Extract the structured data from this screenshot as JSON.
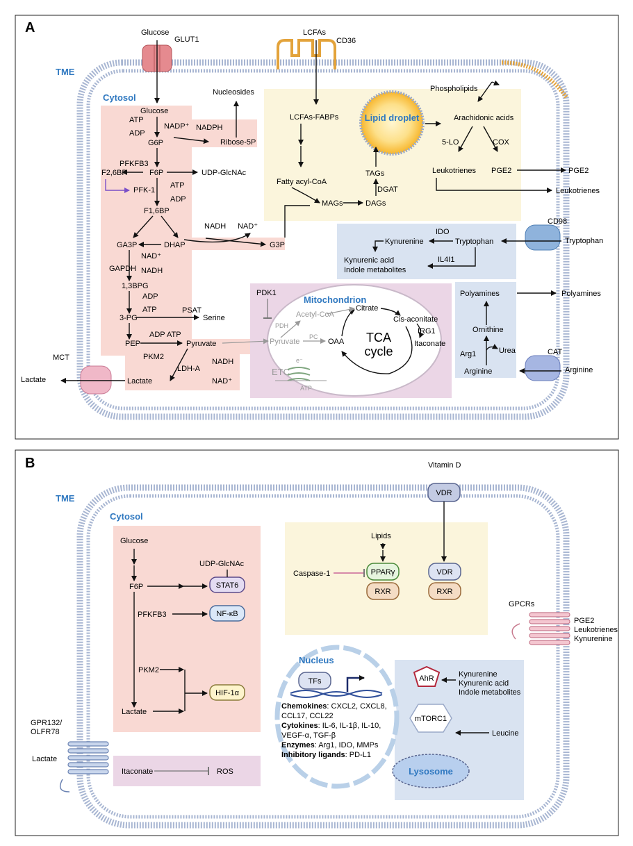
{
  "panel_a": {
    "letter": "A",
    "tme": "TME",
    "cytosol": "Cytosol",
    "transporters": {
      "glut1": "GLUT1",
      "cd36": "CD36",
      "cd98": "CD98",
      "cat": "CAT",
      "mct": "MCT"
    },
    "outside": {
      "glucose": "Glucose",
      "lcfas": "LCFAs",
      "pge2": "PGE2",
      "leukotrienes": "Leukotrienes",
      "tryptophan": "Tryptophan",
      "polyamines": "Polyamines",
      "arginine": "Arginine",
      "lactate": "Lactate"
    },
    "glycolysis": {
      "glucose": "Glucose",
      "atp": "ATP",
      "adp": "ADP",
      "g6p": "G6P",
      "nadp": "NADP⁺",
      "nadph": "NADPH",
      "ribose5p": "Ribose-5P",
      "nucleosides": "Nucleosides",
      "pfkfb3": "PFKFB3",
      "f26bp": "F2,6BP",
      "f6p": "F6P",
      "udpglcnac": "UDP-GlcNAc",
      "pfk1": "PFK-1",
      "atp2": "ATP",
      "adp2": "ADP",
      "f16bp": "F1,6BP",
      "ga3p": "GA3P",
      "dhap": "DHAP",
      "nadh": "NADH",
      "nad": "NAD⁺",
      "g3p": "G3P",
      "gapdh": "GAPDH",
      "nad2": "NAD⁺",
      "nadh2": "NADH",
      "bpg": "1,3BPG",
      "adp3": "ADP",
      "atp3": "ATP",
      "pg3": "3-PG",
      "psat": "PSAT",
      "serine": "Serine",
      "adp4": "ADP",
      "atp4": "ATP",
      "pep": "PEP",
      "pyruvate": "Pyruvate",
      "pkm2": "PKM2",
      "ldha": "LDH-A",
      "nadh3": "NADH",
      "nad3": "NAD⁺",
      "lactate": "Lactate"
    },
    "lipid": {
      "lcfas_fabps": "LCFAs-FABPs",
      "fatty_acyl_coa": "Fatty acyl-CoA",
      "mags": "MAGs",
      "dags": "DAGs",
      "dgat": "DGAT",
      "tags": "TAGs",
      "lipid_droplet": "Lipid droplet",
      "phospholipids": "Phospholipids",
      "arachidonic": "Arachidonic acids",
      "lo5": "5-LO",
      "cox": "COX",
      "leukotrienes": "Leukotrienes",
      "pge2": "PGE2"
    },
    "trp": {
      "ido": "IDO",
      "kynurenine": "Kynurenine",
      "tryptophan": "Tryptophan",
      "kyn_acid": "Kynurenic acid",
      "indole": "Indole metabolites",
      "il4i1": "IL4I1"
    },
    "arg": {
      "polyamines": "Polyamines",
      "ornithine": "Ornithine",
      "arg1": "Arg1",
      "urea": "Urea",
      "arginine": "Arginine"
    },
    "mito": {
      "title": "Mitochondrion",
      "pdk1": "PDK1",
      "acetyl_coa": "Acetyl-CoA",
      "pdh": "PDH",
      "pyruvate": "Pyruvate",
      "pc": "PC",
      "oaa": "OAA",
      "citrate": "Citrate",
      "cis_aconitate": "Cis-aconitate",
      "irg1": "IRG1",
      "itaconate": "Itaconate",
      "tca": "TCA",
      "cycle": "cycle",
      "etc": "ETC",
      "e": "e⁻",
      "atp": "ATP"
    }
  },
  "panel_b": {
    "letter": "B",
    "tme": "TME",
    "cytosol": "Cytosol",
    "vitamin_d": "Vitamin D",
    "vdr_membrane": "VDR",
    "glucose": "Glucose",
    "f6p": "F6P",
    "udp_glcnac": "UDP-GlcNAc",
    "stat6": "STAT6",
    "pfkfb3": "PFKFB3",
    "nfkb": "NF-κB",
    "pkm2": "PKM2",
    "lactate": "Lactate",
    "hif1a": "HIF-1α",
    "itaconate": "Itaconate",
    "ros": "ROS",
    "lipids": "Lipids",
    "caspase1": "Caspase-1",
    "ppar": "PPARγ",
    "rxr1": "RXR",
    "vdr": "VDR",
    "rxr2": "RXR",
    "gpcrs": "GPCRs",
    "gpcr_ligands": [
      "PGE2",
      "Leukotrienes",
      "Kynurenine"
    ],
    "gpr132": [
      "GPR132/",
      "OLFR78"
    ],
    "lactate_out": "Lactate",
    "nucleus": "Nucleus",
    "tfs": "TFs",
    "nucleus_lines": [
      {
        "bold": "Chemokines",
        "text": ": CXCL2, CXCL8,"
      },
      {
        "bold": "",
        "text": "CCL17, CCL22"
      },
      {
        "bold": "Cytokines",
        "text": ": IL-6, IL-1β, IL-10,"
      },
      {
        "bold": "",
        "text": "VEGF-α, TGF-β"
      },
      {
        "bold": "Enzymes",
        "text": ": Arg1, IDO, MMPs"
      },
      {
        "bold": "Inhibitory ligands",
        "text": ": PD-L1"
      }
    ],
    "ahr": "AhR",
    "ahr_ligands": [
      "Kynurenine",
      "Kynurenic acid",
      "Indole metabolites"
    ],
    "mtorc1": "mTORC1",
    "leucine": "Leucine",
    "lysosome": "Lysosome"
  },
  "colors": {
    "membrane": "#9aa9c8",
    "red_region": "#f9d9d3",
    "yellow_region": "#fbf5dc",
    "blue_region": "#d9e3f1",
    "purple_region": "#ebd6e6",
    "title_blue": "#2f78c0",
    "purple_arrow": "#7a4fc8"
  }
}
